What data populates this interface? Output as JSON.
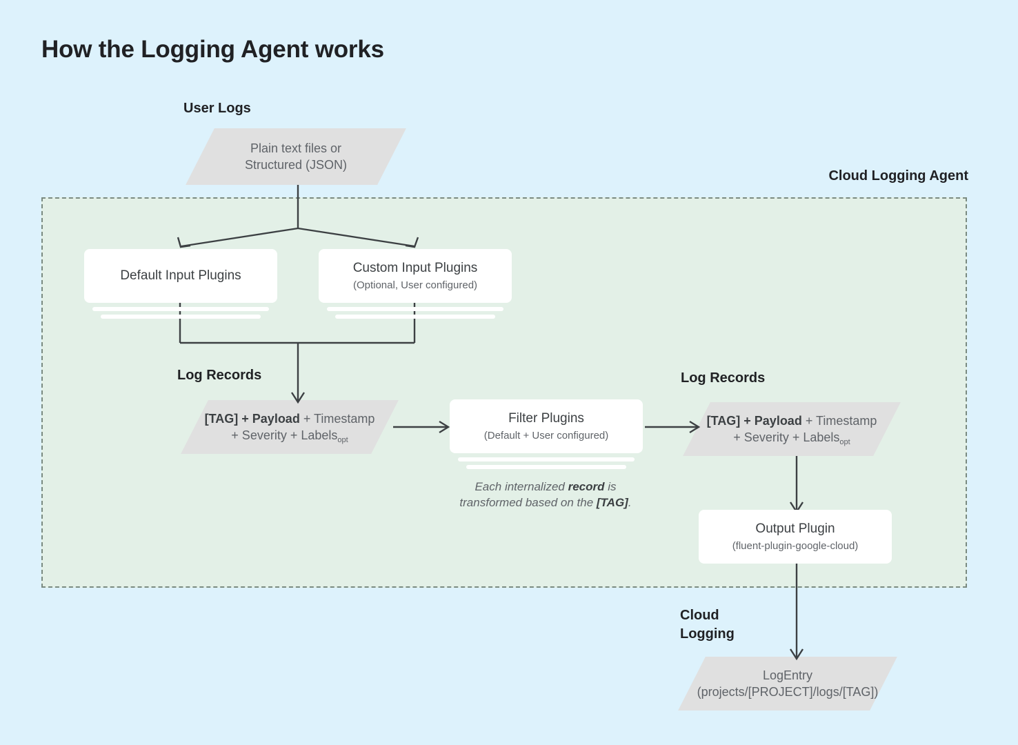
{
  "page": {
    "title": "How the Logging Agent works",
    "background_color": "#ddf2fc",
    "agent_panel_color": "#e3f0e7",
    "parallelogram_color": "#e0e0e0",
    "card_color": "#ffffff",
    "line_color": "#3c4043"
  },
  "labels": {
    "user_logs": "User Logs",
    "cloud_logging_agent": "Cloud Logging Agent",
    "log_records_left": "Log Records",
    "log_records_right": "Log Records",
    "cloud_logging_line1": "Cloud",
    "cloud_logging_line2": "Logging"
  },
  "nodes": {
    "user_logs_source": {
      "line1": "Plain text files or",
      "line2": "Structured (JSON)"
    },
    "default_input_plugins": {
      "title": "Default Input Plugins",
      "subtitle": ""
    },
    "custom_input_plugins": {
      "title": "Custom Input Plugins",
      "subtitle": "(Optional, User configured)"
    },
    "log_record_left": {
      "bold_part": "[TAG] + Payload",
      "rest_line1": " + Timestamp",
      "line2_prefix": "+ Severity + Labels",
      "line2_sub": "opt"
    },
    "filter_plugins": {
      "title": "Filter Plugins",
      "subtitle": "(Default + User configured)"
    },
    "log_record_right": {
      "bold_part": "[TAG] + Payload",
      "rest_line1": " + Timestamp",
      "line2_prefix": "+ Severity + Labels",
      "line2_sub": "opt"
    },
    "output_plugin": {
      "title": "Output Plugin",
      "subtitle": "(fluent-plugin-google-cloud)"
    },
    "log_entry": {
      "title": "LogEntry",
      "subtitle": "(projects/[PROJECT]/logs/[TAG])"
    }
  },
  "captions": {
    "transform_line1_a": "Each internalized ",
    "transform_line1_b": "record",
    "transform_line1_c": " is",
    "transform_line2_a": "transformed based on the ",
    "transform_line2_b": "[TAG]",
    "transform_line2_c": "."
  }
}
